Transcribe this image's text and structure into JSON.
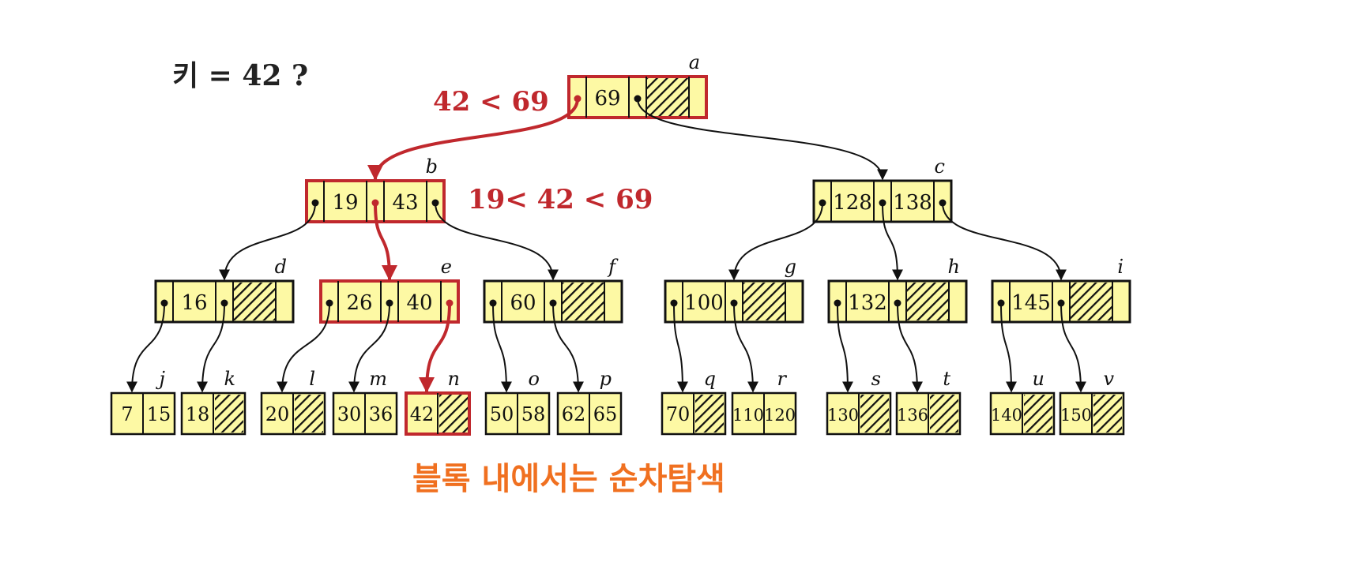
{
  "query": {
    "text": "키 = 42 ?"
  },
  "comparisons": [
    {
      "text": "42 < 69",
      "color": "#c0282d"
    },
    {
      "text": "19< 42 < 69",
      "color": "#c0282d"
    }
  ],
  "note": {
    "text": "블록 내에서는 순차탐색",
    "color": "#f07020"
  },
  "colors": {
    "node_fill": "#fdf9a4",
    "node_stroke": "#111111",
    "highlight": "#c0282d"
  },
  "nodes": [
    {
      "id": "a",
      "keys": [
        "69"
      ]
    },
    {
      "id": "b",
      "keys": [
        "19",
        "43"
      ]
    },
    {
      "id": "c",
      "keys": [
        "128",
        "138"
      ]
    },
    {
      "id": "d",
      "keys": [
        "16"
      ]
    },
    {
      "id": "e",
      "keys": [
        "26",
        "40"
      ]
    },
    {
      "id": "f",
      "keys": [
        "60"
      ]
    },
    {
      "id": "g",
      "keys": [
        "100"
      ]
    },
    {
      "id": "h",
      "keys": [
        "132"
      ]
    },
    {
      "id": "i",
      "keys": [
        "145"
      ]
    }
  ],
  "leaves": [
    {
      "id": "j",
      "keys": [
        "7",
        "15"
      ]
    },
    {
      "id": "k",
      "keys": [
        "18"
      ]
    },
    {
      "id": "l",
      "keys": [
        "20"
      ]
    },
    {
      "id": "m",
      "keys": [
        "30",
        "36"
      ]
    },
    {
      "id": "n",
      "keys": [
        "42"
      ]
    },
    {
      "id": "o",
      "keys": [
        "50",
        "58"
      ]
    },
    {
      "id": "p",
      "keys": [
        "62",
        "65"
      ]
    },
    {
      "id": "q",
      "keys": [
        "70"
      ]
    },
    {
      "id": "r",
      "keys": [
        "110",
        "120"
      ]
    },
    {
      "id": "s",
      "keys": [
        "130"
      ]
    },
    {
      "id": "t",
      "keys": [
        "136"
      ]
    },
    {
      "id": "u",
      "keys": [
        "140"
      ]
    },
    {
      "id": "v",
      "keys": [
        "150"
      ]
    }
  ],
  "search_path": [
    "a",
    "b",
    "e",
    "n"
  ]
}
